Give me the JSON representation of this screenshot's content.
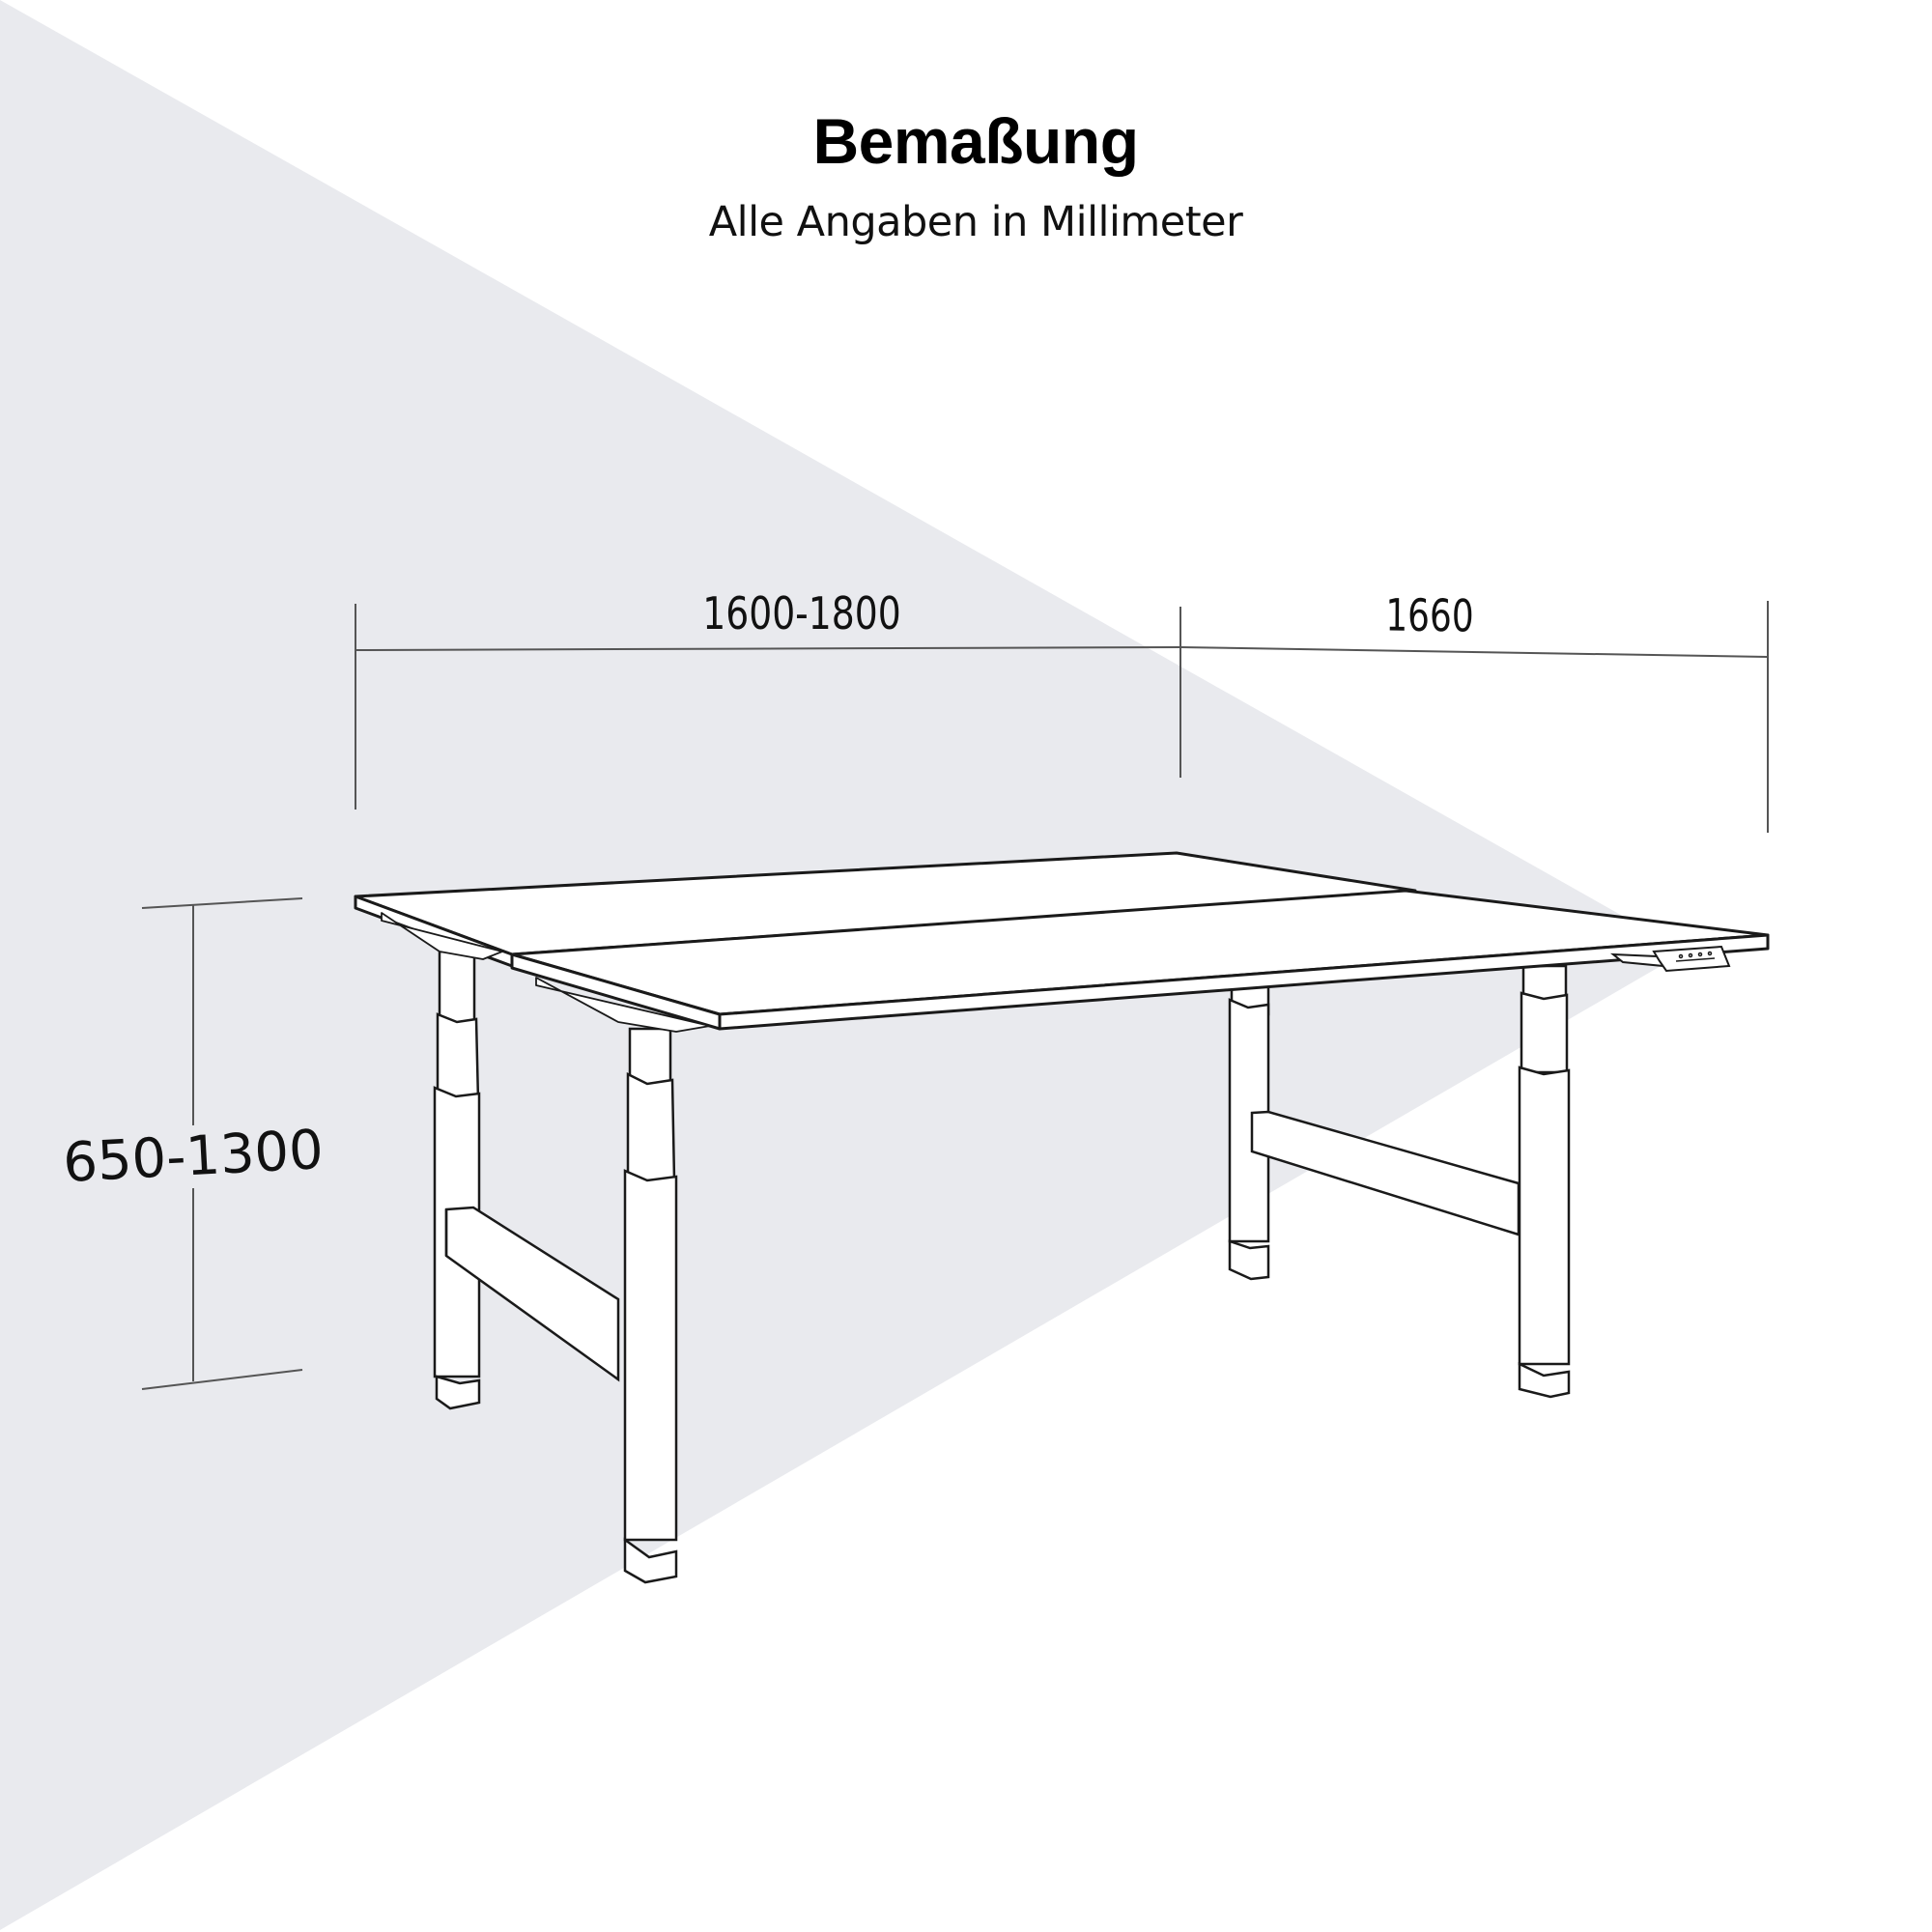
{
  "header": {
    "title": "Bemaßung",
    "subtitle": "Alle Angaben in Millimeter"
  },
  "dimensions": {
    "width": {
      "label": "1600-1800",
      "unit": "mm"
    },
    "depth": {
      "label": "1660",
      "unit": "mm"
    },
    "height": {
      "label": "650-1300",
      "unit": "mm"
    }
  },
  "product": {
    "type": "electrically height-adjustable double desk (bench)",
    "tabletops": 2,
    "legs": 4,
    "features": [
      "telescopic legs",
      "crossbars",
      "control panel"
    ]
  },
  "colors": {
    "background": "#ffffff",
    "shape": "#e9eaee",
    "line": "#1a1a1a",
    "dim_line": "#555555"
  }
}
